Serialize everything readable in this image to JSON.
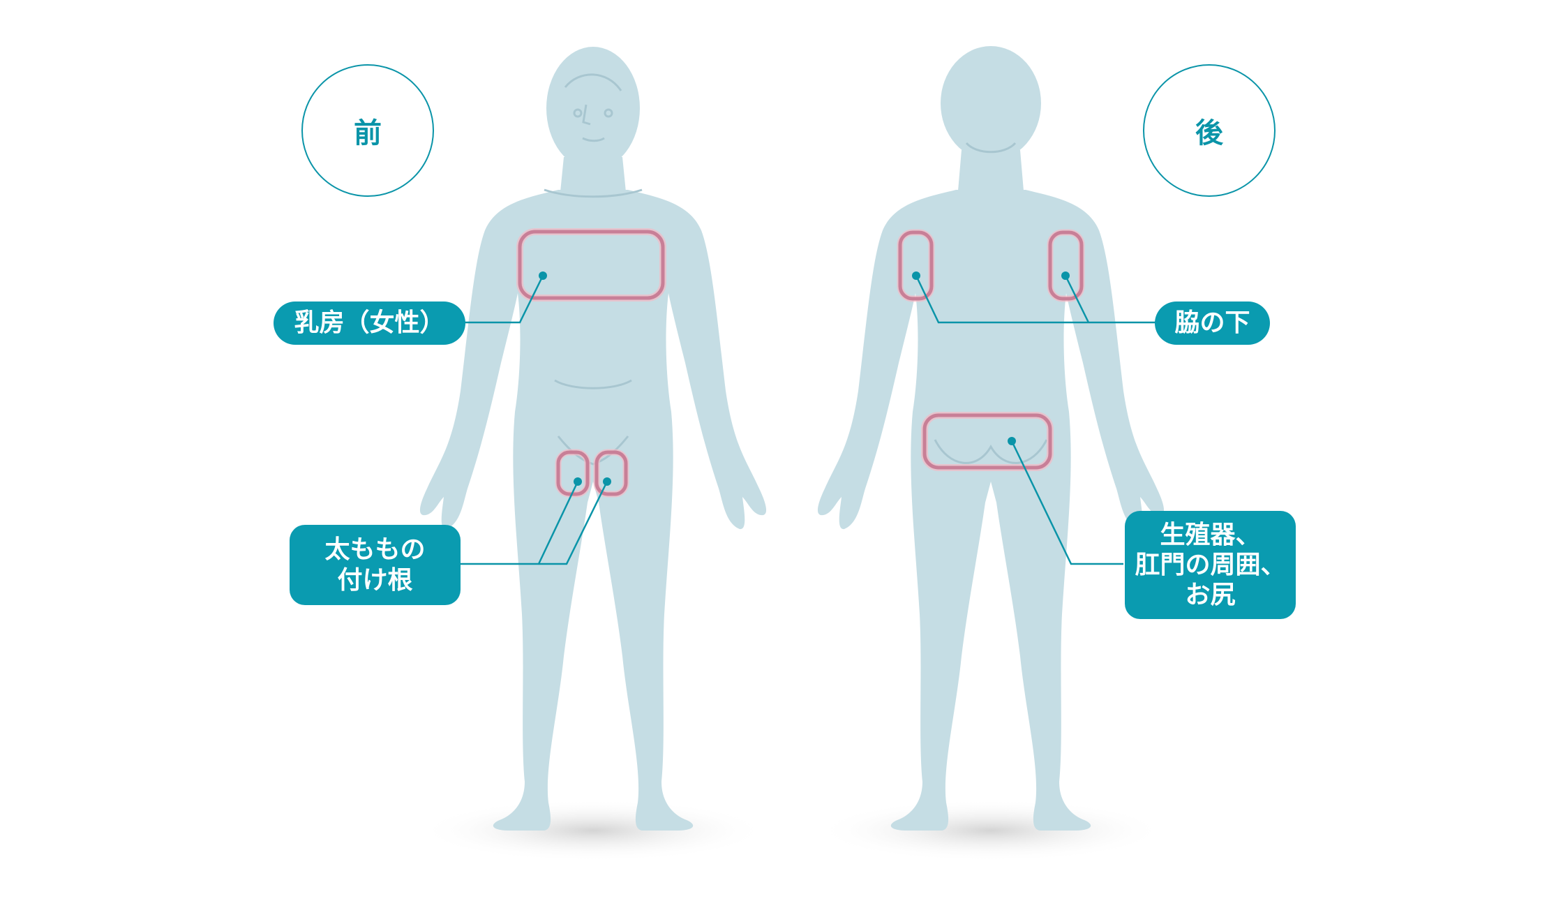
{
  "views": {
    "front": "前",
    "back": "後"
  },
  "labels": {
    "breast": "乳房（女性）",
    "thigh": "太ももの\n付け根",
    "armpit": "脇の下",
    "genital": "生殖器、\n肛門の周囲、\nお尻"
  },
  "colors": {
    "body": "#c5dde4",
    "body_line": "#a8c6d0",
    "accent": "#0a9bb0",
    "region_outline": "#c87f97",
    "region_glow": "#f3b9c4"
  },
  "icons": {
    "front_figure": "human-front-figure-icon",
    "back_figure": "human-back-figure-icon"
  }
}
